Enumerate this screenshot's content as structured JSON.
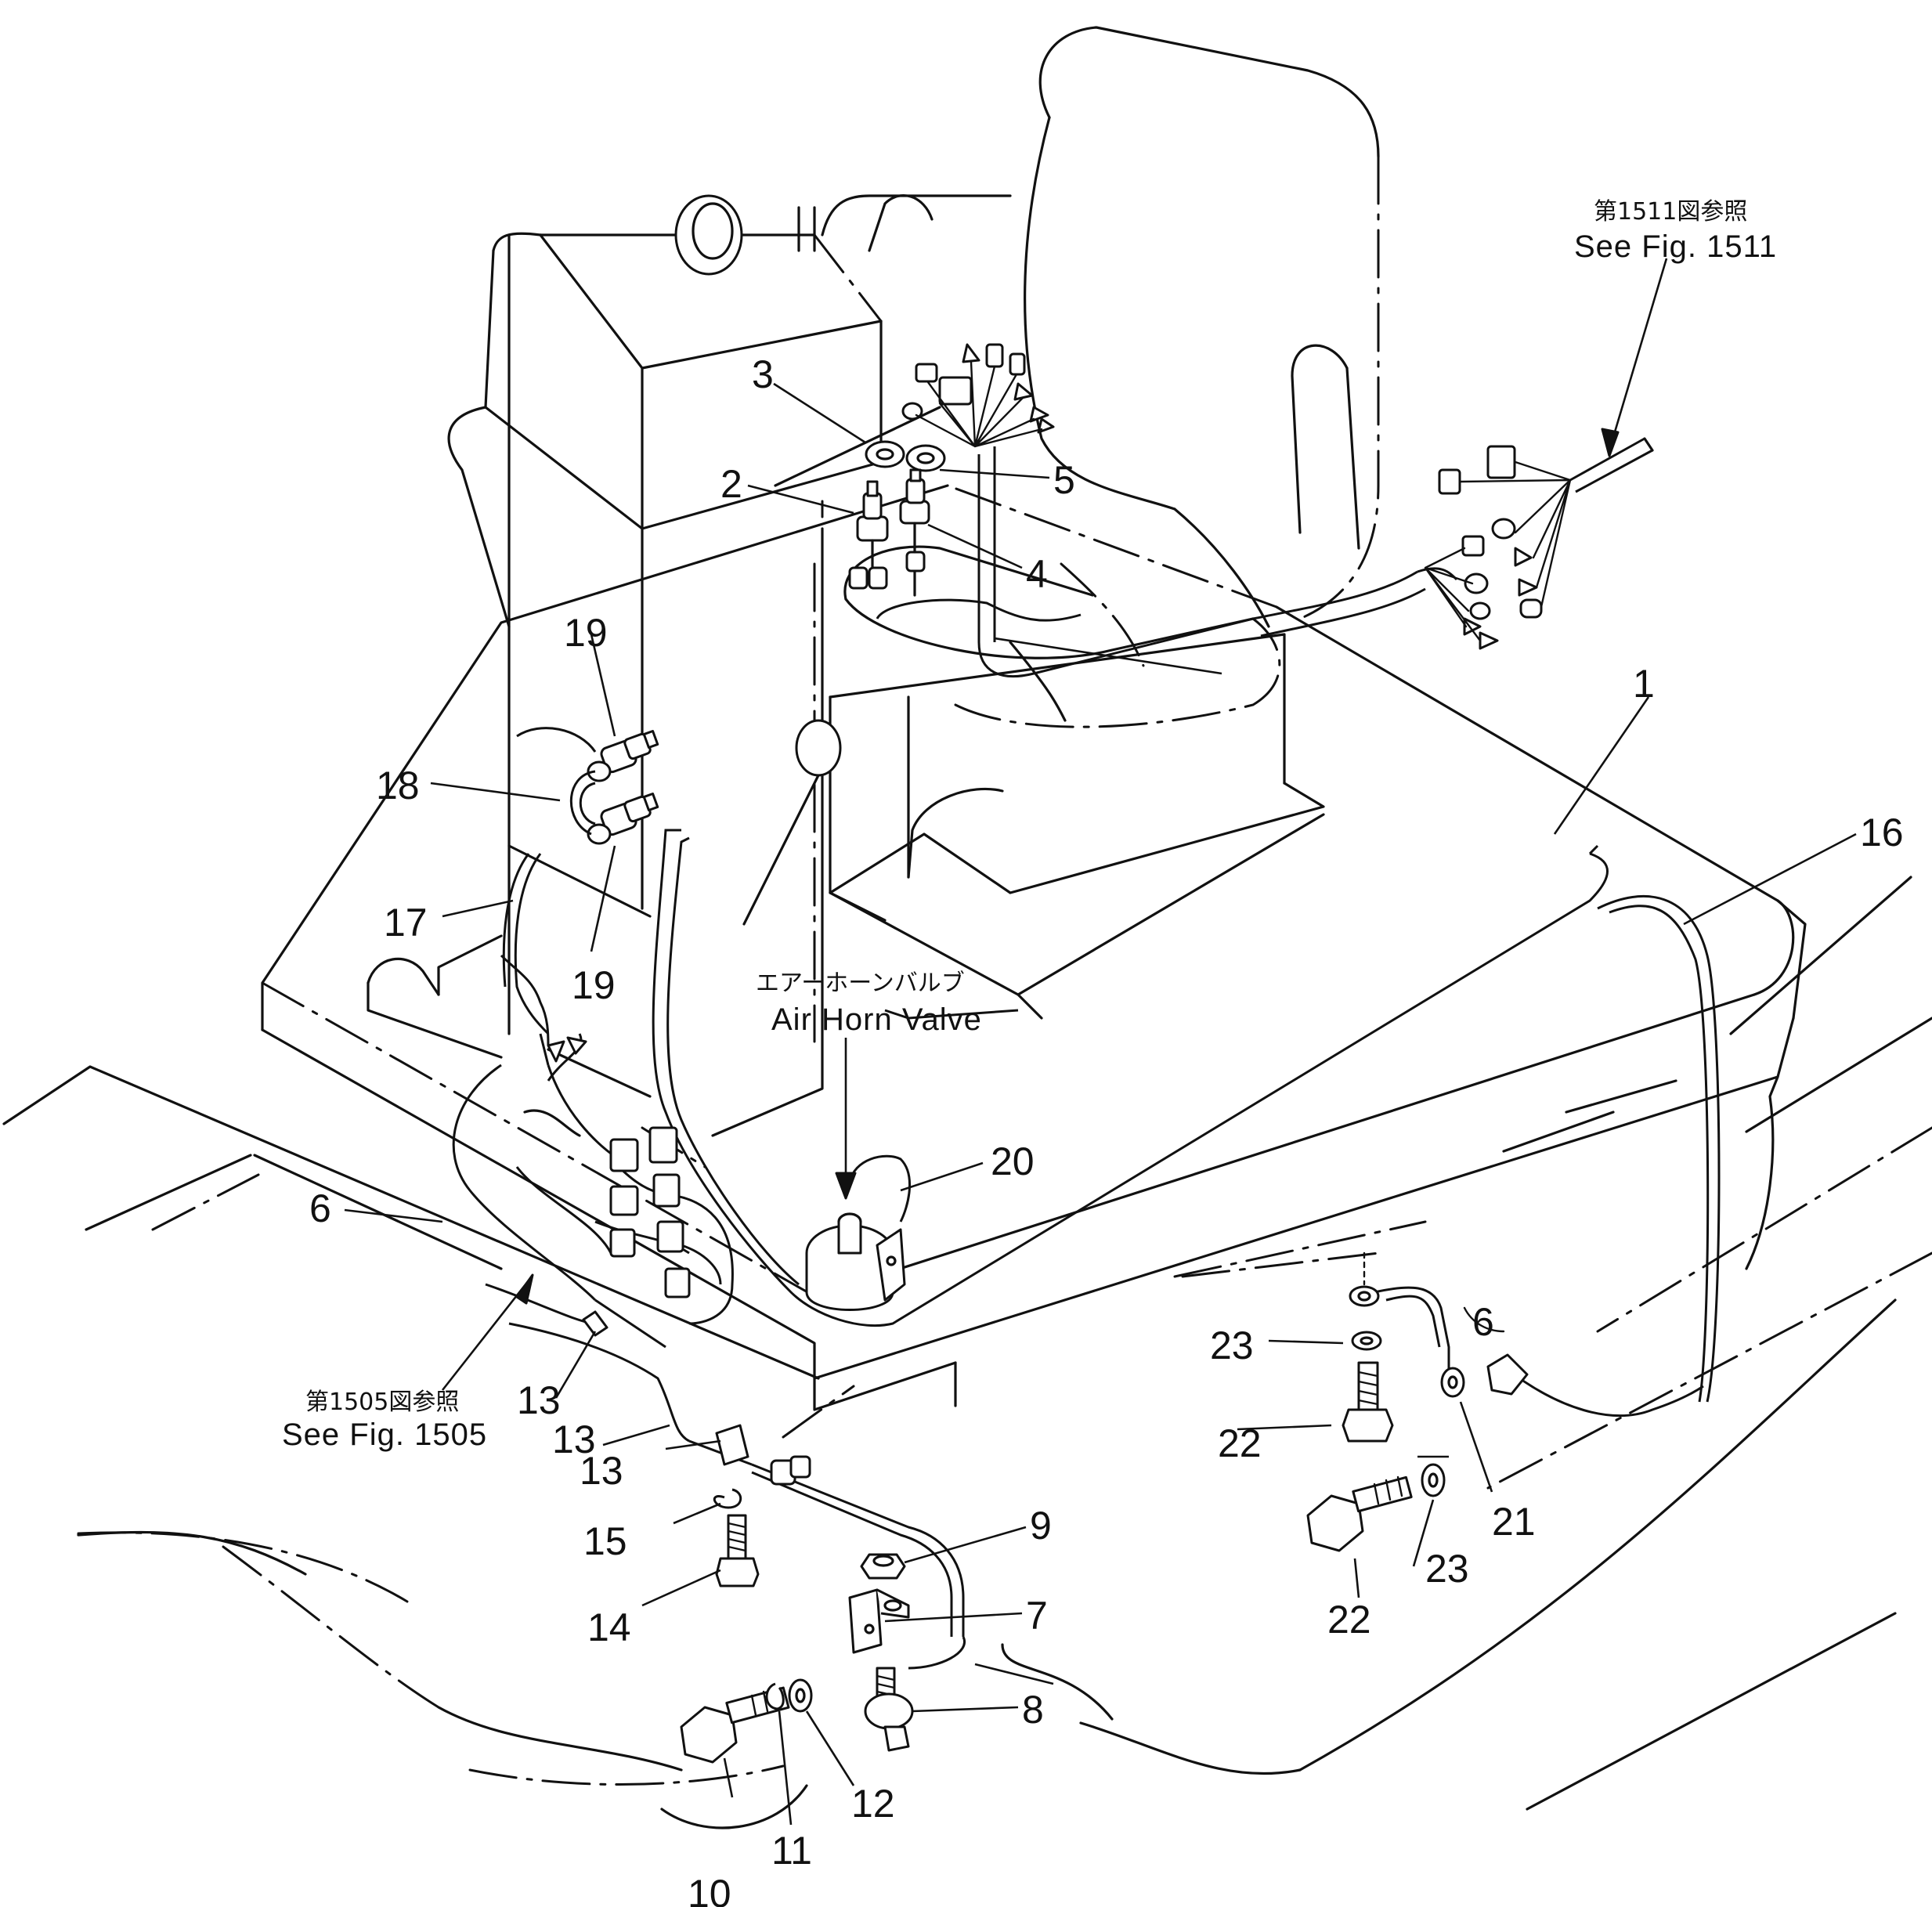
{
  "callouts": {
    "c1": "1",
    "c2": "2",
    "c3": "3",
    "c4": "4",
    "c5": "5",
    "c6": "6",
    "c7": "7",
    "c8": "8",
    "c9": "9",
    "c10": "10",
    "c11": "11",
    "c12": "12",
    "c13a": "13",
    "c13b": "13",
    "c13c": "13",
    "c14": "14",
    "c15": "15",
    "c16": "16",
    "c17": "17",
    "c18": "18",
    "c19a": "19",
    "c19b": "19",
    "c20": "20",
    "c21": "21",
    "c22a": "22",
    "c22b": "22",
    "c23a": "23",
    "c23b": "23",
    "c6small": "6"
  },
  "notes": {
    "fig1511_jp": "第1511図参照",
    "fig1511_en": "See Fig. 1511",
    "fig1505_jp": "第1505図参照",
    "fig1505_en": "See Fig. 1505",
    "airhorn_jp": "エアーホーンバルブ",
    "airhorn_en": "Air Horn Valve"
  }
}
